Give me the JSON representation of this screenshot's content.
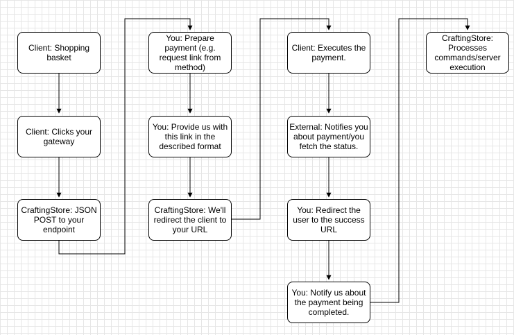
{
  "nodes": {
    "n1": "Client: Shopping basket",
    "n2": "Client: Clicks your gateway",
    "n3": "CraftingStore: JSON POST to your endpoint",
    "n4": "You: Prepare payment (e.g. request link from method)",
    "n5": "You: Provide us with this link in the described format",
    "n6": "CraftingStore: We'll redirect the client to your URL",
    "n7": "Client: Executes the payment.",
    "n8": "External: Notifies you about payment/you fetch the status.",
    "n9": "You: Redirect the user to the success URL",
    "n10": "You: Notify us about the payment being completed.",
    "n11": "CraftingStore: Processes commands/server execution"
  },
  "edges": [
    [
      "n1",
      "n2"
    ],
    [
      "n2",
      "n3"
    ],
    [
      "n3",
      "n4"
    ],
    [
      "n4",
      "n5"
    ],
    [
      "n5",
      "n6"
    ],
    [
      "n6",
      "n7"
    ],
    [
      "n7",
      "n8"
    ],
    [
      "n8",
      "n9"
    ],
    [
      "n9",
      "n10"
    ],
    [
      "n10",
      "n11"
    ]
  ],
  "colors": {
    "line": "#000000",
    "node_fill": "#ffffff",
    "grid": "#e6e6e6"
  }
}
